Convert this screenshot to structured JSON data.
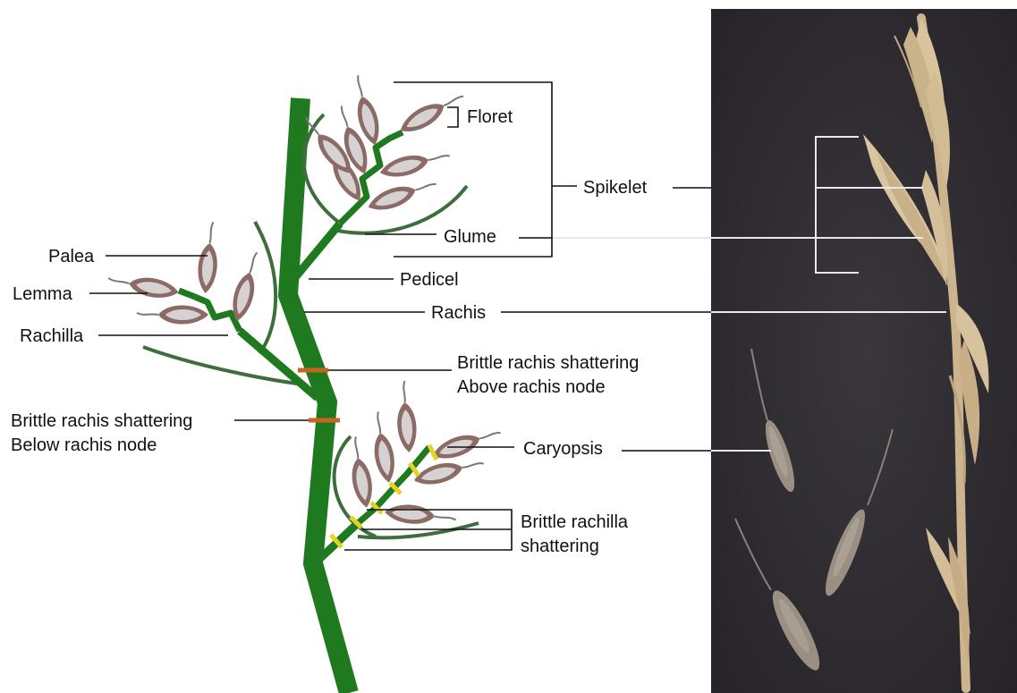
{
  "labels": {
    "floret": "Floret",
    "spikelet": "Spikelet",
    "glume": "Glume",
    "pedicel": "Pedicel",
    "rachis": "Rachis",
    "palea": "Palea",
    "lemma": "Lemma",
    "rachilla": "Rachilla",
    "brittle_above_1": "Brittle rachis shattering",
    "brittle_above_2": "Above rachis node",
    "brittle_below_1": "Brittle rachis shattering",
    "brittle_below_2": "Below rachis node",
    "caryopsis": "Caryopsis",
    "rachilla_shatter_1": "Brittle rachilla",
    "rachilla_shatter_2": "shattering"
  },
  "colors": {
    "stem": "#1f7a1f",
    "glume": "#3e6e3e",
    "floret_outer": "#8c6a66",
    "floret_inner": "#d6d2d2",
    "awn": "#777777",
    "rachis_break": "#c8641e",
    "rachilla_break": "#e6d223",
    "photo_bg": "#2d2b30",
    "spikelet_straw": "#cbb48e",
    "grain": "#9a8f83",
    "leader_line_dark": "#111111",
    "leader_line_light": "#e8e8e8"
  }
}
